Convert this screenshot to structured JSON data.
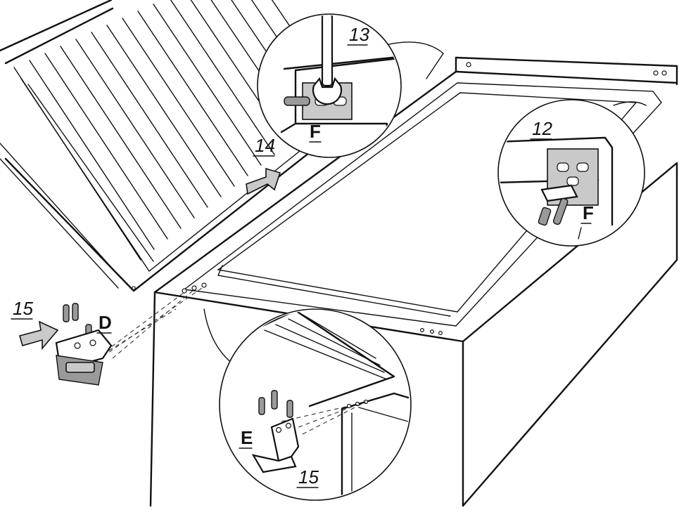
{
  "labels": {
    "step_13": "13",
    "step_14": "14",
    "step_12": "12",
    "step_15_left": "15",
    "step_15_detail": "15",
    "part_f_top": "F",
    "part_f_right": "F",
    "part_d": "D",
    "part_e": "E"
  },
  "colors": {
    "line": "#111111",
    "arrow_fill": "#c9c9c9",
    "bracket_fill": "#9a9a9a"
  },
  "icons": {
    "arrow": "arrow-icon",
    "wrench": "wrench-icon",
    "screw": "screw-icon",
    "bracket": "hinge-bracket-icon"
  }
}
